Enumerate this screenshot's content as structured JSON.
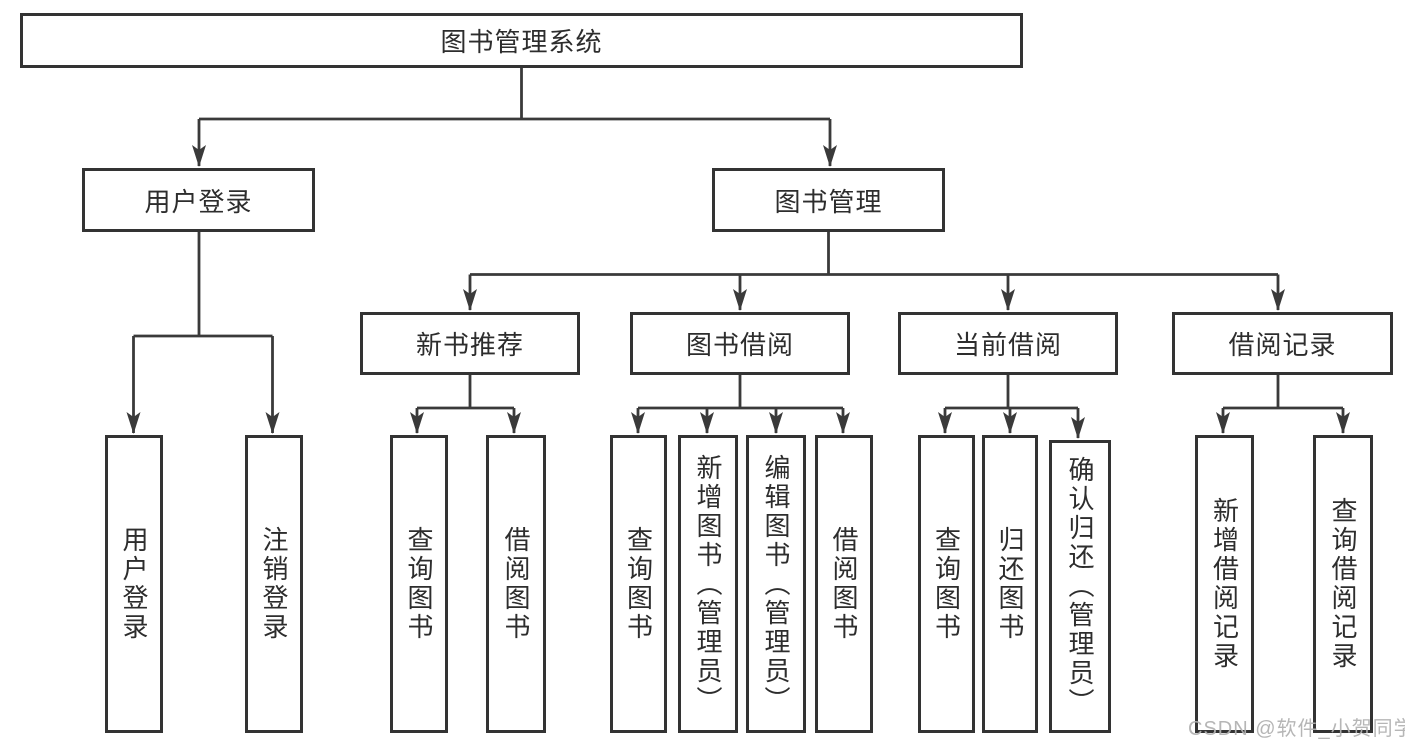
{
  "diagram_type": "functional-structure-tree",
  "nodes": {
    "root": "图书管理系统",
    "level2": [
      "用户登录",
      "图书管理"
    ],
    "level3": [
      "新书推荐",
      "图书借阅",
      "当前借阅",
      "借阅记录"
    ],
    "leaves_login": [
      "用户登录",
      "注销登录"
    ],
    "leaves_recommend": [
      "查询图书",
      "借阅图书"
    ],
    "leaves_borrow": [
      "查询图书",
      "新增图书（管理员）",
      "编辑图书（管理员）",
      "借阅图书"
    ],
    "leaves_current": [
      "查询图书",
      "归还图书",
      "确认归还（管理员）"
    ],
    "leaves_record": [
      "新增借阅记录",
      "查询借阅记录"
    ]
  },
  "watermark": {
    "text": "CSDN @软件_小贺同学"
  },
  "colors": {
    "line": "#3a3a3a",
    "border": "#333333",
    "text": "#2d2d2d",
    "watermark": "#b2b2b2",
    "background": "#ffffff"
  }
}
